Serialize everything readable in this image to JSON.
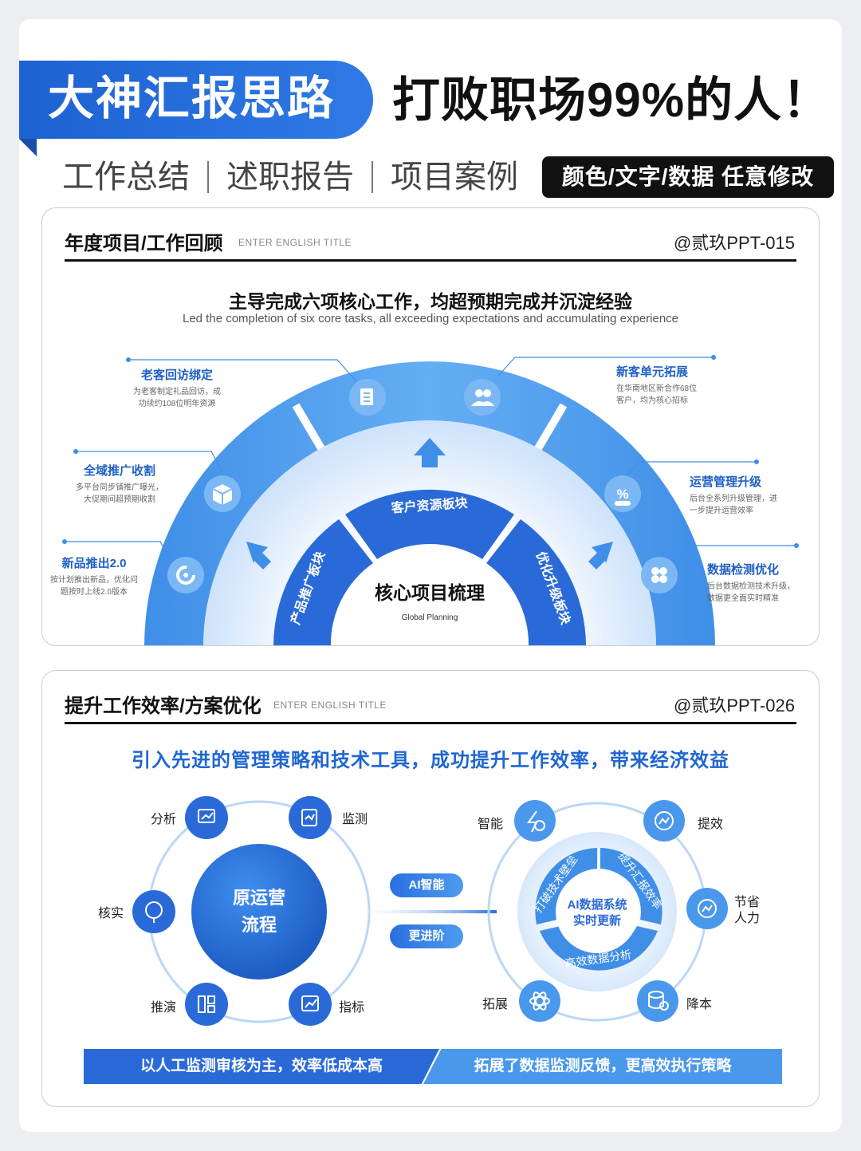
{
  "header": {
    "banner": "大神汇报思路",
    "headline": "打败职场99%的人！",
    "tags": [
      "工作总结",
      "述职报告",
      "项目案例"
    ],
    "pill": "颜色/文字/数据 任意修改"
  },
  "card1": {
    "title": "年度项目/工作回顾",
    "subtitle": "ENTER ENGLISH TITLE",
    "code": "@贰玖PPT-015",
    "heading": "主导完成六项核心工作，均超预期完成并沉淀经验",
    "subheading": "Led the completion of six core tasks, all exceeding expectations and accumulating experience",
    "center_title": "核心项目梳理",
    "center_sub": "Global Planning",
    "segments": [
      "产品推广板块",
      "客户资源板块",
      "优化升级板块"
    ],
    "items": [
      {
        "title": "老客回访绑定",
        "desc1": "为老客制定礼品回访，成",
        "desc2": "功续约108位明年资源",
        "icon": "document-icon"
      },
      {
        "title": "新客单元拓展",
        "desc1": "在华南地区新合作68位",
        "desc2": "客户，均为核心招标",
        "icon": "users-icon"
      },
      {
        "title": "全域推广收割",
        "desc1": "多平台同步铺推广曝光，",
        "desc2": "大促期间超预期收割",
        "icon": "cube-icon"
      },
      {
        "title": "运营管理升级",
        "desc1": "后台全系列升级管理，进",
        "desc2": "一步提升运营效率",
        "icon": "percent-icon"
      },
      {
        "title": "新品推出2.0",
        "desc1": "按计划推出新品，优化问",
        "desc2": "题按时上线2.0版本",
        "icon": "refresh-icon"
      },
      {
        "title": "数据检测优化",
        "desc1": "后台数据检测技术升级，",
        "desc2": "数据更全面实时精准",
        "icon": "grid-icon"
      }
    ]
  },
  "card2": {
    "title": "提升工作效率/方案优化",
    "subtitle": "ENTER ENGLISH TITLE",
    "code": "@贰玖PPT-026",
    "heading": "引入先进的管理策略和技术工具，成功提升工作效率，带来经济效益",
    "left_center": [
      "原运营",
      "流程"
    ],
    "left_labels": [
      "分析",
      "监测",
      "核实",
      "推演",
      "指标"
    ],
    "middle_tags": [
      "AI智能",
      "更进阶"
    ],
    "right_center": [
      "AI数据系统",
      "实时更新"
    ],
    "ring_labels": [
      "打破技术壁垒",
      "提升汇报效率",
      "高效数据分析"
    ],
    "right_labels": [
      "智能",
      "提效",
      "节省",
      "人力",
      "拓展",
      "降本"
    ],
    "footer_left": "以人工监测审核为主，效率低成本高",
    "footer_right": "拓展了数据监测反馈，更高效执行策略"
  },
  "colors": {
    "primary": "#1f62d0",
    "light": "#4a98ec",
    "pale": "#e6f0fc"
  }
}
